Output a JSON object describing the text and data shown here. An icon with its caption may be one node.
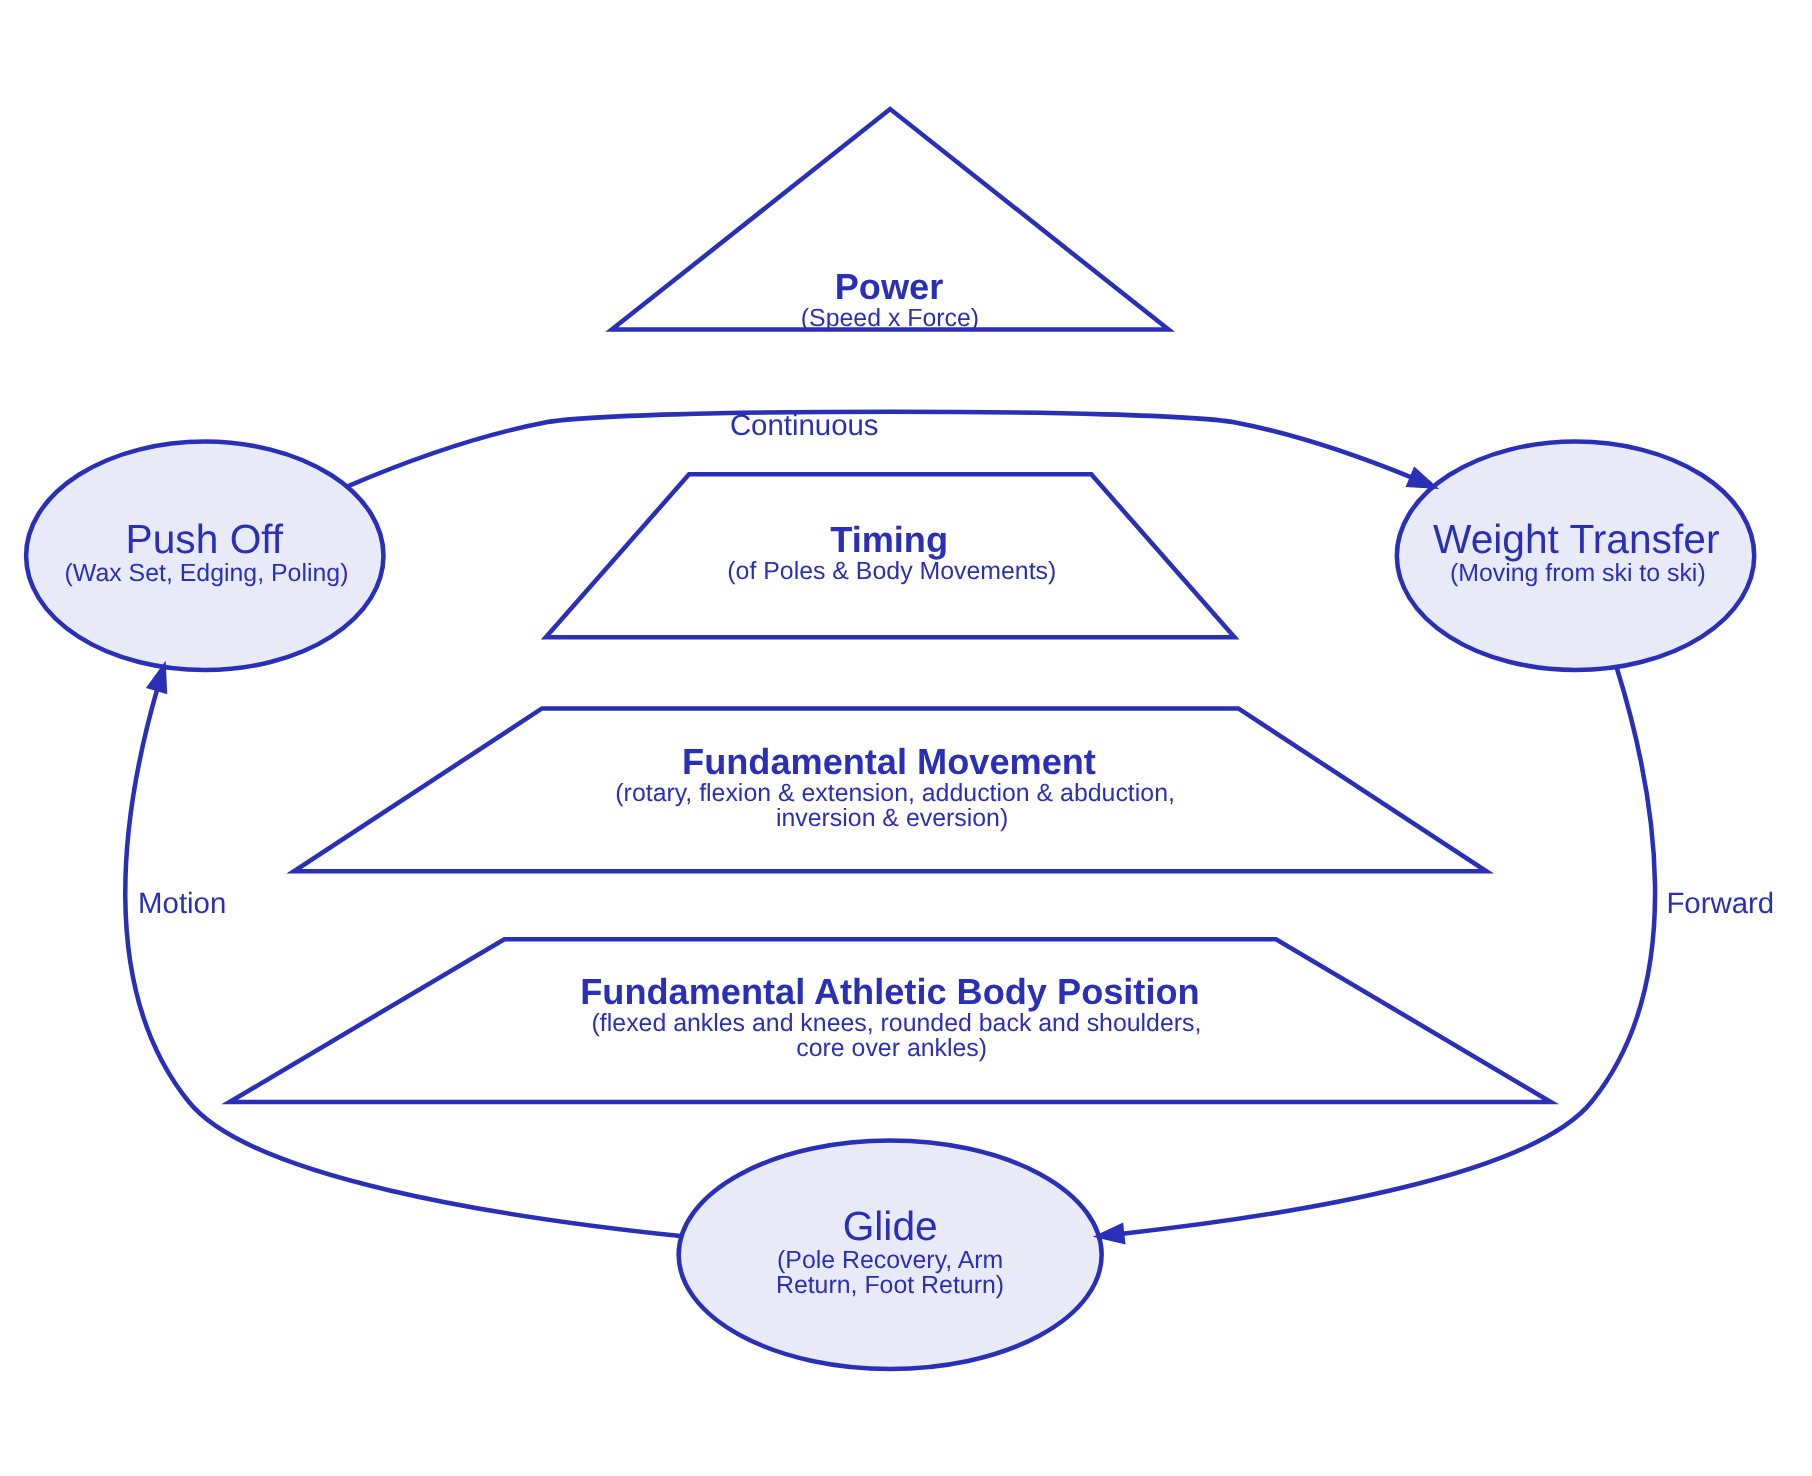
{
  "diagram": {
    "nodes": [
      {
        "text": [
          "Push Off",
          "(Wax Set, Edging, Poling)"
        ]
      },
      {
        "text": [
          "Power",
          "(Speed x Force)"
        ]
      },
      {
        "text": [
          "Weight Transfer",
          "(Moving from ski to ski)"
        ]
      },
      {
        "text": [
          "Timing",
          "(of Poles & Body Movements)"
        ]
      },
      {
        "text": [
          "Fundamental Movement",
          "(rotary, flexion & extension, adduction & abduction, inversion & eversion)"
        ]
      },
      {
        "text": [
          "Fundamental Athletic Body Position",
          "(flexed ankles and knees, rounded back and shoulders, core over ankles)"
        ]
      },
      {
        "text": [
          "Glide",
          "(Pole Recovery, Arm Return, Foot Return)"
        ]
      }
    ],
    "edges": [
      {
        "from": 0,
        "to": 2,
        "arrow": "to",
        "label": "Continuous"
      },
      {
        "from": 2,
        "to": 6,
        "arrow": "to",
        "label": "Forward"
      },
      {
        "from": 6,
        "to": 0,
        "arrow": "to",
        "label": "Motion"
      }
    ]
  }
}
